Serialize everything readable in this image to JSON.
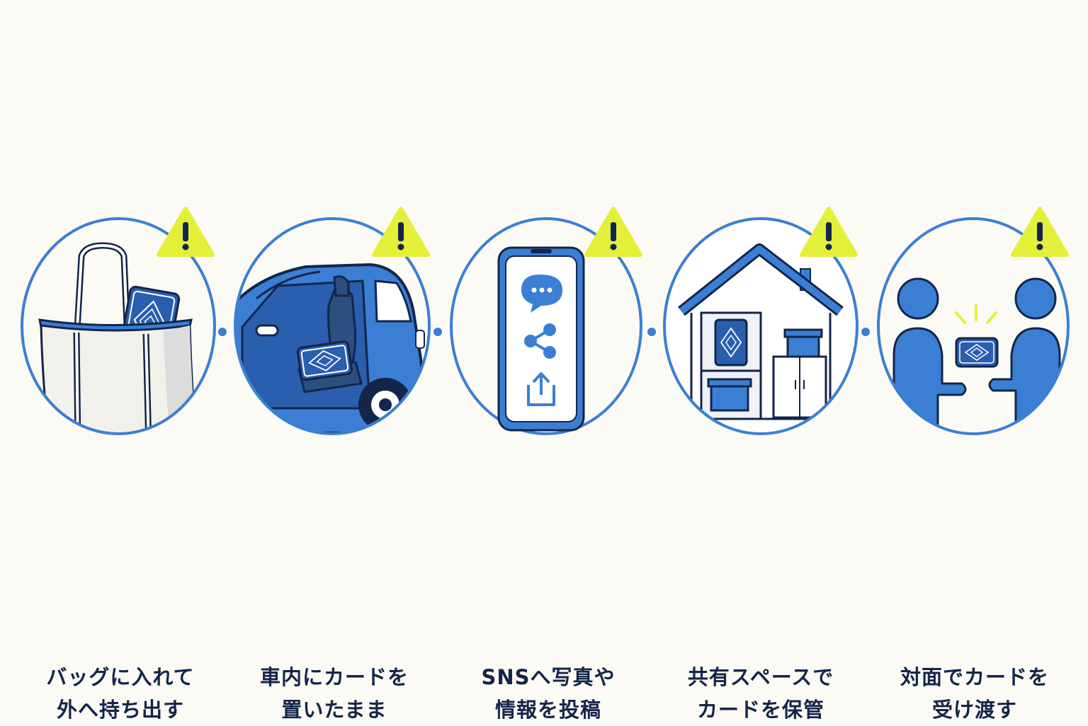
{
  "colors": {
    "background": "#fcfaf4",
    "circle_outline": "#3a7fd4",
    "primary_blue": "#3a7fd4",
    "dark_navy": "#14254a",
    "card_blue": "#2a5eae",
    "warning_yellow": "#e4ef3a"
  },
  "steps": [
    {
      "icon": "tote-bag-with-card-icon",
      "line1": "バッグに入れて",
      "line2": "外へ持ち出す"
    },
    {
      "icon": "car-with-card-on-seat-icon",
      "line1": "車内にカードを",
      "line2": "置いたまま"
    },
    {
      "icon": "smartphone-sns-share-icon",
      "line1": "SNSへ写真や",
      "line2": "情報を投稿"
    },
    {
      "icon": "house-shared-storage-icon",
      "line1": "共有スペースで",
      "line2": "カードを保管"
    },
    {
      "icon": "face-to-face-handover-icon",
      "line1": "対面でカードを",
      "line2": "受け渡す"
    }
  ],
  "warning_icon": "warning-triangle-icon"
}
